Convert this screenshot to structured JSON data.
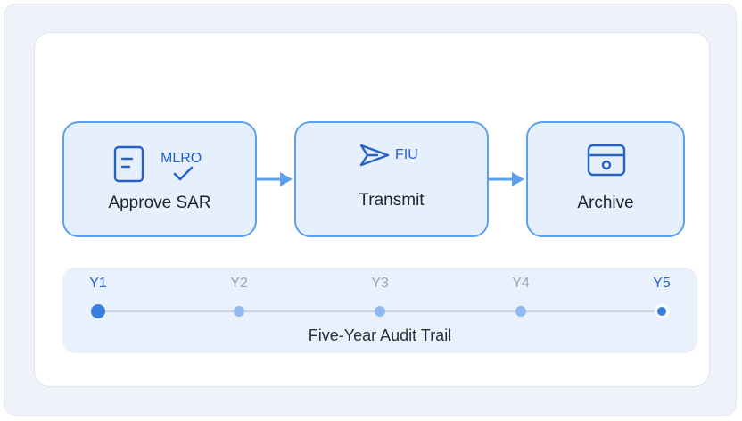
{
  "steps": [
    {
      "label": "Approve SAR",
      "icon": "document-icon",
      "badge": "MLRO",
      "badge_icon": "checkmark-icon"
    },
    {
      "label": "Transmit",
      "icon": "send-icon",
      "badge": "FIU"
    },
    {
      "label": "Archive",
      "icon": "archive-box-icon"
    }
  ],
  "timeline": {
    "title": "Five-Year Audit Trail",
    "years": [
      "Y1",
      "Y2",
      "Y3",
      "Y4",
      "Y5"
    ]
  },
  "colors": {
    "accent": "#2461c8",
    "step_fill": "#e6f0fc",
    "step_border": "#5da0ea",
    "timeline_fill": "#e8f1fc",
    "muted_text": "#9aa5b5"
  }
}
